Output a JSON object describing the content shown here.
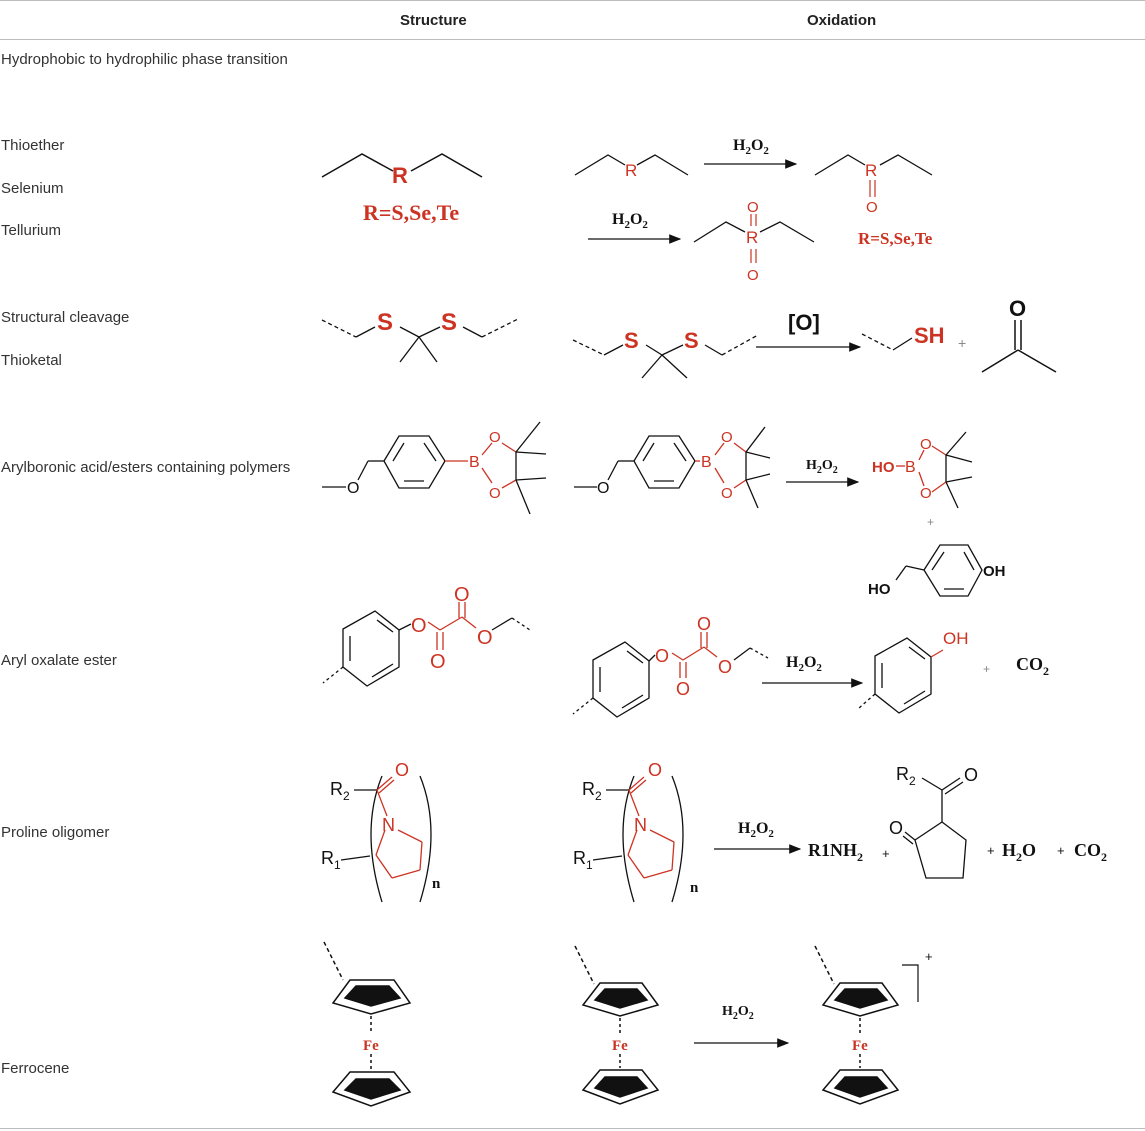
{
  "table": {
    "headers": {
      "label": "",
      "structure": "Structure",
      "oxidation": "Oxidation"
    },
    "sections": [
      {
        "title": "Hydrophobic to hydrophilic phase transition"
      },
      {
        "title": "Structural cleavage"
      }
    ],
    "rows": [
      {
        "label": "Thioether"
      },
      {
        "label": "Selenium"
      },
      {
        "label": "Tellurium"
      },
      {
        "label": "Thioketal"
      },
      {
        "label": "Arylboronic acid/esters containing polymers"
      },
      {
        "label": "Aryl oxalate ester"
      },
      {
        "label": "Proline oligomer"
      },
      {
        "label": "Ferrocene"
      }
    ]
  },
  "chem": {
    "R": "R",
    "O": "O",
    "S": "S",
    "SH": "SH",
    "B": "B",
    "N": "N",
    "HO": "HO",
    "OH": "OH",
    "HO_B": "HO",
    "Fe": "Fe",
    "n": "n",
    "R1": "R",
    "R1_sub": "1",
    "R2": "R",
    "R2_sub": "2",
    "R_def": "R=S,Se,Te",
    "ox_O": "[O]",
    "H2O2": {
      "H": "H",
      "two": "2",
      "O": "O"
    },
    "plus": "+",
    "CO2": "CO",
    "CO2_sub": "2",
    "R1NH2": "R1NH",
    "R1NH2_sub": "2",
    "H2O": "H",
    "H2O_sub": "2",
    "H2O_tail": "O"
  },
  "colors": {
    "red": "#cc3322",
    "black": "#111111",
    "rule": "#bdbdbd"
  }
}
